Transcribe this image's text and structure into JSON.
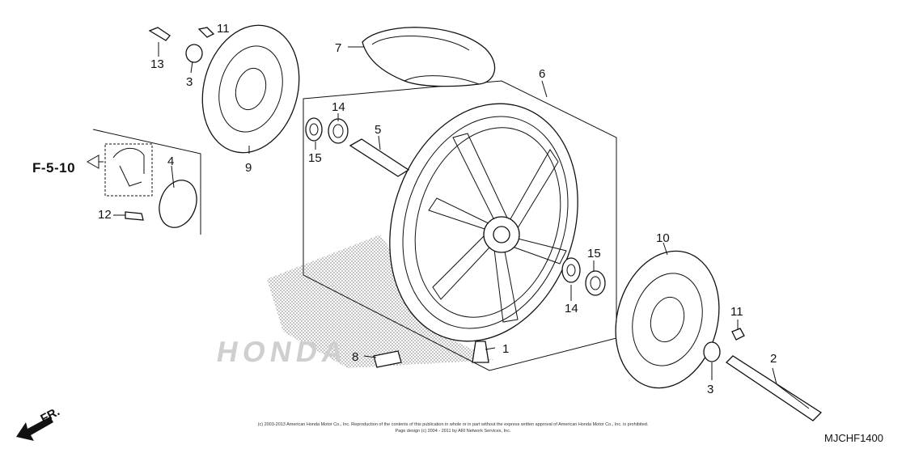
{
  "diagram": {
    "ref_label": "F-5-10",
    "direction_label": "FR.",
    "diagram_code": "MJCHF1400",
    "watermark": "HONDA",
    "copyright_line1": "(c) 2003-2013 American Honda Motor Co., Inc. Reproduction of the contents of this publication in whole or in part without the express written approval of American Honda Motor Co., Inc. is prohibited.",
    "copyright_line2": "Page design (c) 2004 - 2011 by ARI Network Services, Inc.",
    "callouts": [
      "1",
      "2",
      "3",
      "3",
      "4",
      "5",
      "6",
      "7",
      "8",
      "9",
      "10",
      "11",
      "11",
      "12",
      "13",
      "14",
      "14",
      "15",
      "15"
    ]
  }
}
